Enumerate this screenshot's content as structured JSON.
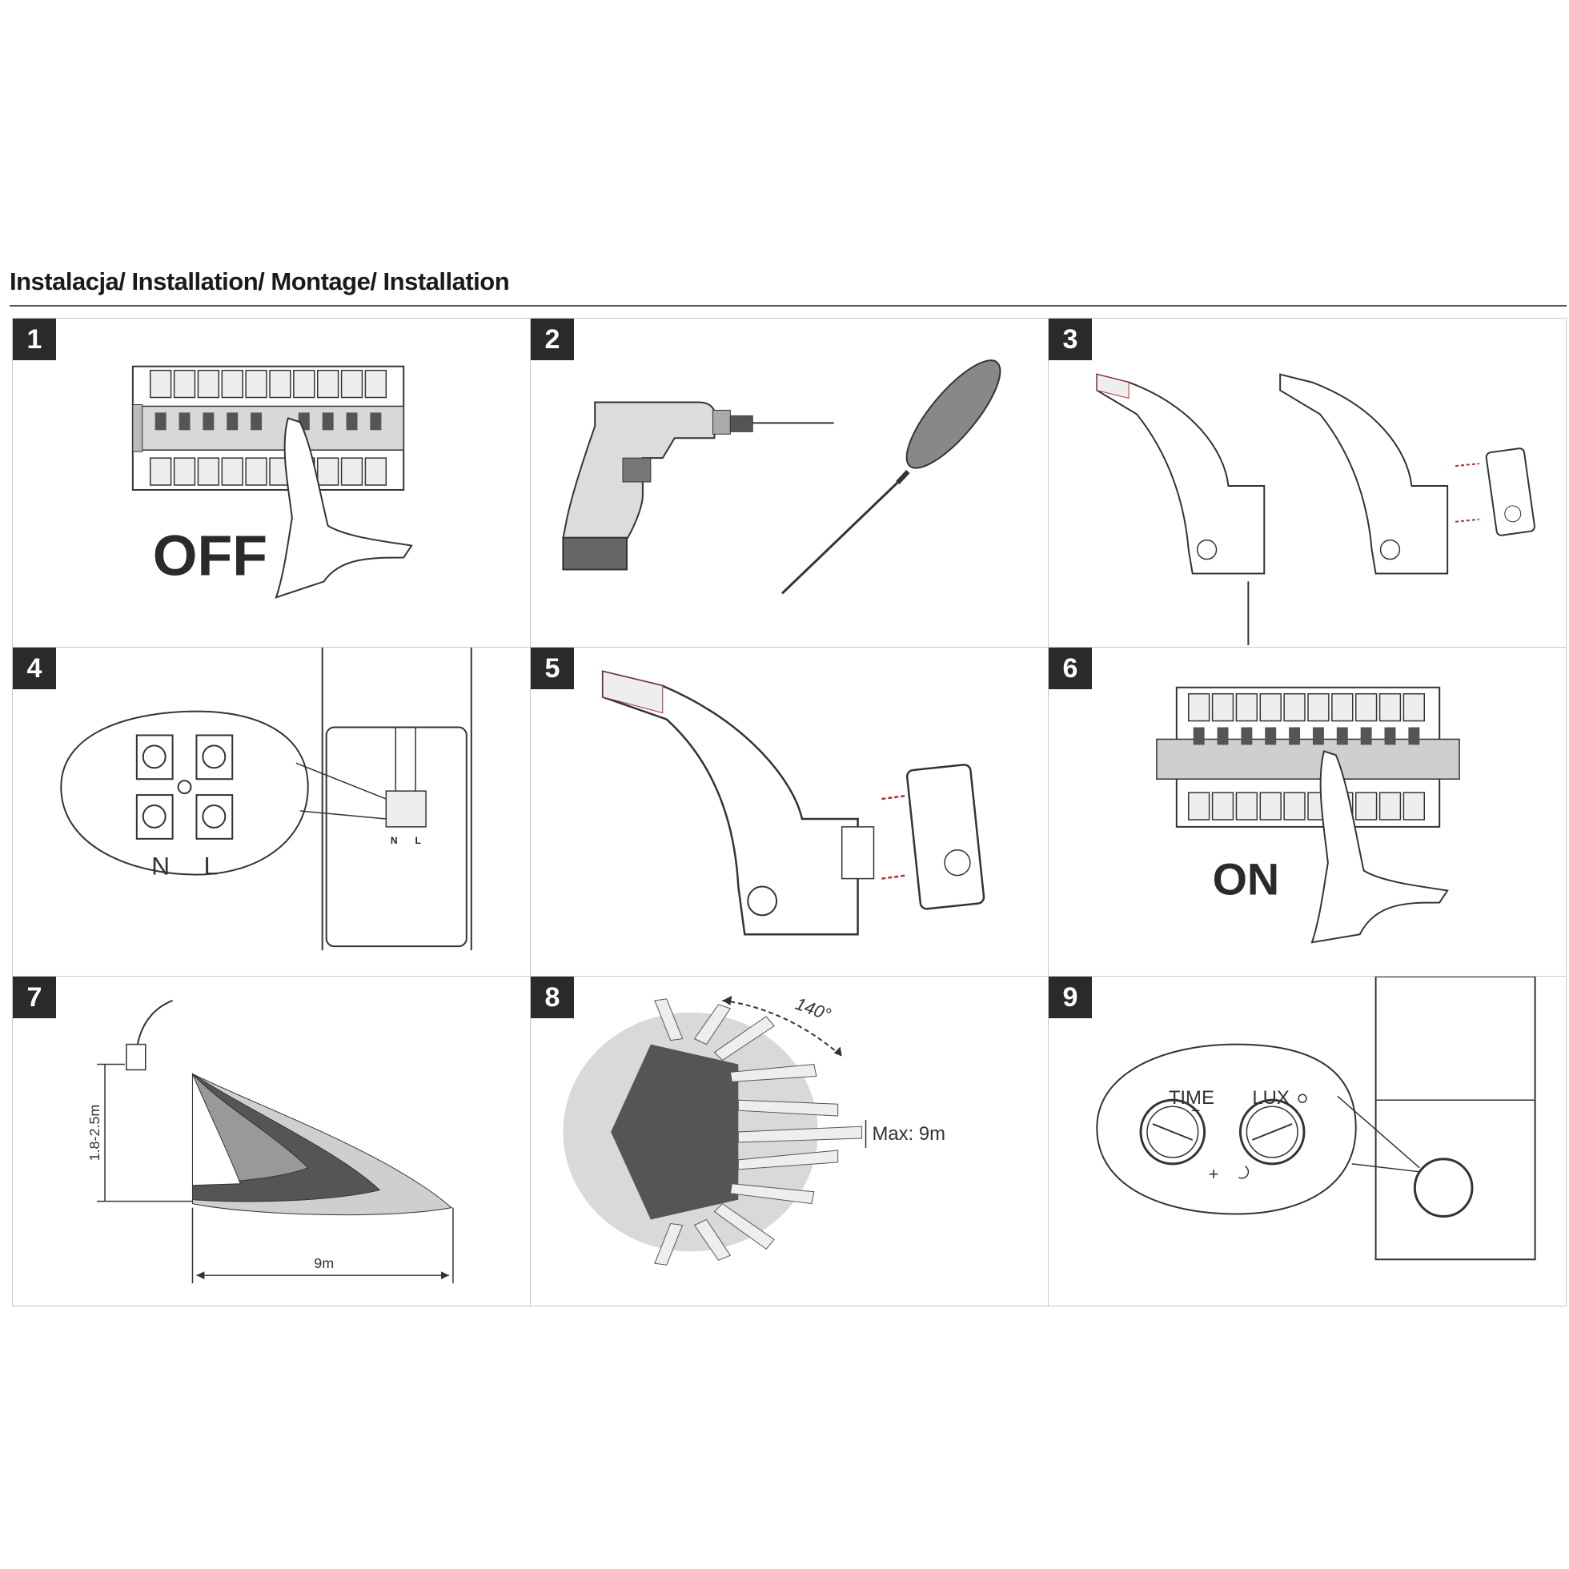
{
  "header": {
    "title": "Instalacja/ Installation/ Montage/ Installation"
  },
  "steps": [
    {
      "number": "1",
      "label": "OFF"
    },
    {
      "number": "2"
    },
    {
      "number": "3"
    },
    {
      "number": "4",
      "terminal_n": "N",
      "terminal_l": "L"
    },
    {
      "number": "5"
    },
    {
      "number": "6",
      "label": "ON"
    },
    {
      "number": "7",
      "height": "1.8-2.5m",
      "distance": "9m"
    },
    {
      "number": "8",
      "angle": "140°",
      "range": "Max: 9m"
    },
    {
      "number": "9",
      "time_label": "TIME",
      "lux_label": "LUX",
      "time_minus": "−",
      "time_plus": "+"
    }
  ],
  "colors": {
    "badge": "#2a2a2a",
    "panel_border": "#c8c8c8",
    "line": "#333333"
  }
}
